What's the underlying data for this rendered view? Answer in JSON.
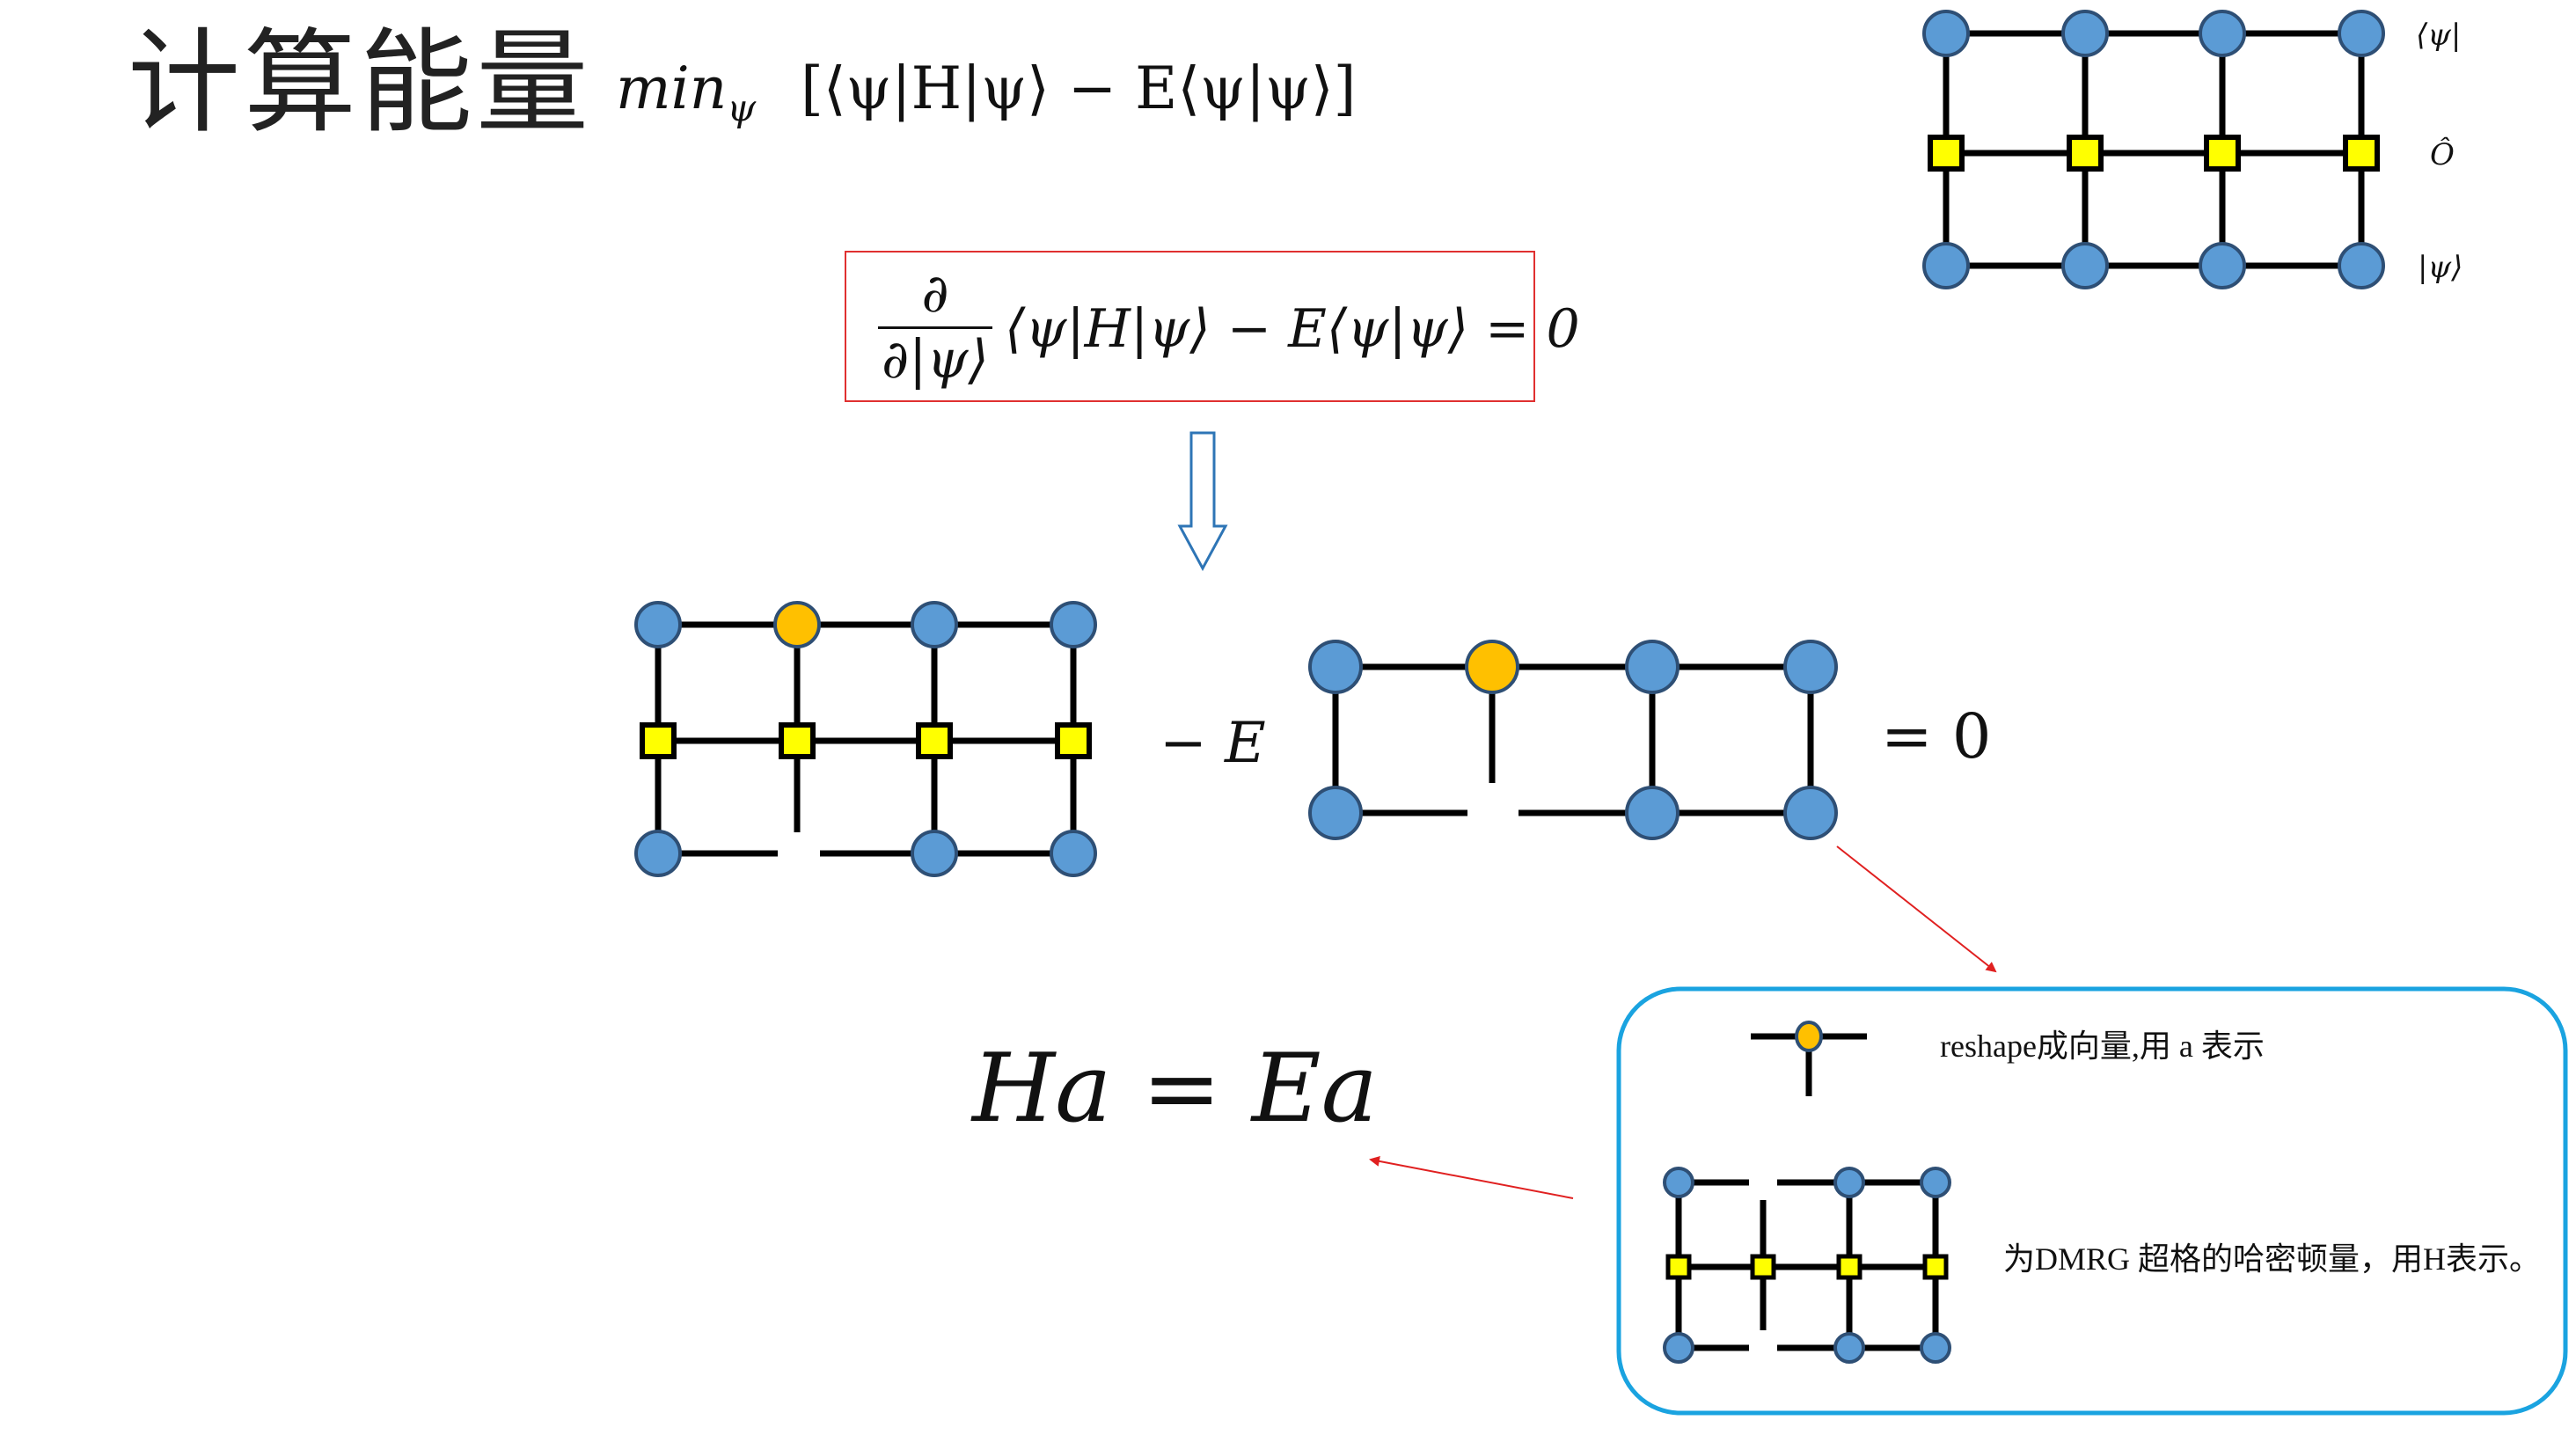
{
  "title": "计算能量",
  "minimization": {
    "operator": "min",
    "subscript": "ψ",
    "expression": "[⟨ψ|H|ψ⟩ − E⟨ψ|ψ⟩]"
  },
  "derivative_equation": {
    "numerator": "∂",
    "denominator": "∂|ψ⟩",
    "rest": "⟨ψ|H|ψ⟩ − E⟨ψ|ψ⟩ = 0"
  },
  "legend_labels": {
    "bra": "⟨ψ|",
    "operator": "Ô",
    "ket": "|ψ⟩"
  },
  "diagram_equation": {
    "minus_e": "− E",
    "equals_zero": "= 0"
  },
  "eigen_equation": "Ha = Ea",
  "notes": {
    "vector_note": "reshape成向量,用 a 表示",
    "hamiltonian_note": "为DMRG 超格的哈密顿量，用H表示。"
  },
  "colors": {
    "site_blue": "#5b9bd5",
    "site_orange": "#ffc000",
    "operator_yellow": "#ffff00",
    "box_red": "#e03030",
    "callout_border": "#1aa3e0",
    "arrow_blue": "#2e75b6",
    "pointer_red": "#e02020"
  }
}
